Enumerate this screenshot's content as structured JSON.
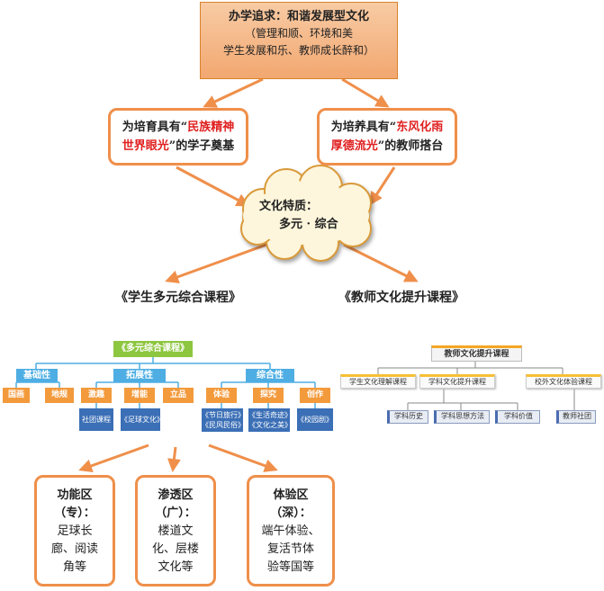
{
  "top": {
    "title": "办学追求：和谐发展型文化",
    "line2": "（管理和顺、环境和美",
    "line3": "学生发展和乐、教师成长醉和）"
  },
  "goal_left": {
    "pre": "为培育具有“",
    "red1": "民族精神",
    "red2": "世界眼光",
    "post": "”的学子奠基"
  },
  "goal_right": {
    "pre": "为培养具有“",
    "red1": "东风化雨",
    "red2": "厚德流光",
    "post": "”的教师搭台"
  },
  "cloud": {
    "line1": "文化特质：",
    "line2": "多元 · 综合"
  },
  "student_course": "《学生多元综合课程》",
  "teacher_course": "《教师文化提升课程》",
  "student_tree": {
    "root": "《多元综合课程》",
    "categories": [
      "基础性",
      "拓展性",
      "综合性"
    ],
    "subs": [
      "国画",
      "地规",
      "激趣",
      "增能",
      "立品",
      "体验",
      "探究",
      "创作"
    ],
    "leaves": [
      {
        "l1": "社团课程",
        "l2": ""
      },
      {
        "l1": "《足球文化》",
        "l2": ""
      },
      {
        "l1": "《节日旅行》",
        "l2": "《民风民俗》"
      },
      {
        "l1": "《生活奇迹》",
        "l2": "《文化之美》"
      },
      {
        "l1": "《校园剧》",
        "l2": ""
      }
    ]
  },
  "teacher_tree": {
    "root": "教师文化提升课程",
    "categories": [
      "学生文化理解课程",
      "学科文化提升课程",
      "校外文化体验课程"
    ],
    "leaves": [
      "学科历史",
      "学科思想方法",
      "学科价值",
      "教师社团"
    ]
  },
  "zones": [
    {
      "title": "功能区",
      "sub": "（专）：",
      "lines": [
        "足球长",
        "廊、阅读",
        "角等"
      ]
    },
    {
      "title": "渗透区",
      "sub": "（广）：",
      "lines": [
        "楼道文",
        "化、层楼",
        "文化等"
      ]
    },
    {
      "title": "体验区",
      "sub": "（深）：",
      "lines": [
        "端午体验、",
        "复活节体",
        "验等国等"
      ]
    }
  ],
  "colors": {
    "orange": "#ef8f4a",
    "red_text": "#e02020",
    "green": "#8dc63f",
    "blue": "#4eaee3",
    "dark_blue": "#3b6fb6"
  }
}
